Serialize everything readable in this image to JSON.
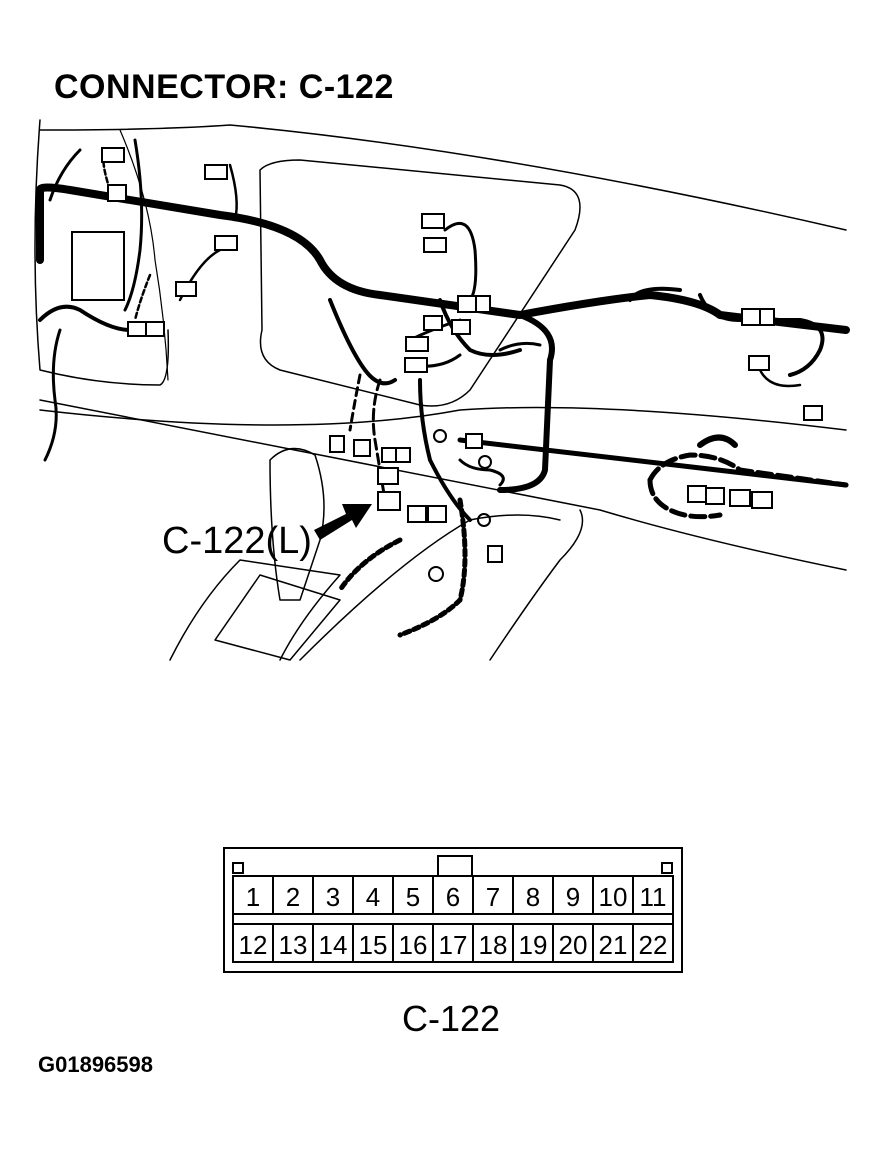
{
  "title": "CONNECTOR: C-122",
  "callout_label": "C-122(L)",
  "connector_face": {
    "label": "C-122",
    "top_row": [
      "1",
      "2",
      "3",
      "4",
      "5",
      "6",
      "7",
      "8",
      "9",
      "10",
      "11"
    ],
    "bottom_row": [
      "12",
      "13",
      "14",
      "15",
      "16",
      "17",
      "18",
      "19",
      "20",
      "21",
      "22"
    ]
  },
  "figure_id": "G01896598"
}
